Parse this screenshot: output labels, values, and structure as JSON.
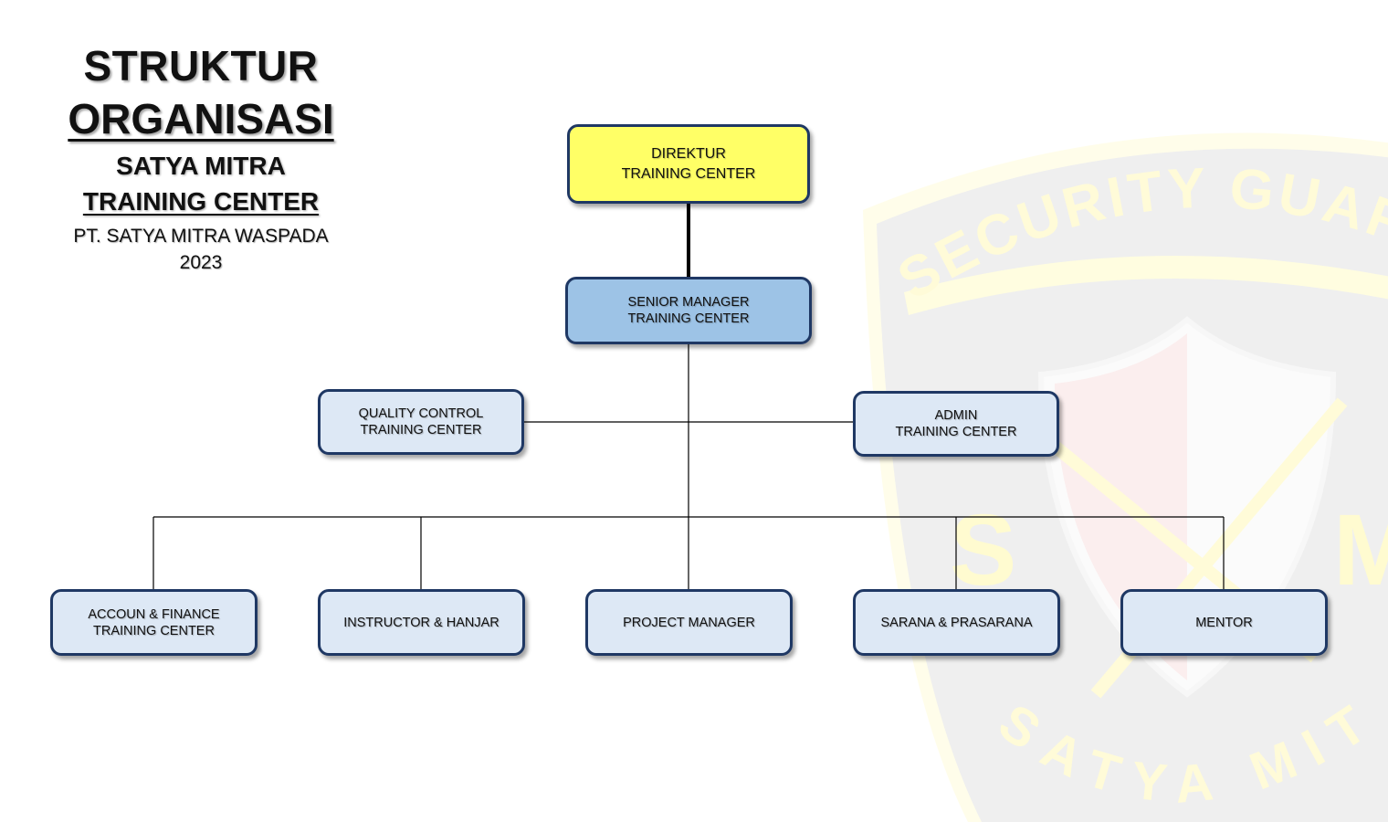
{
  "title": {
    "line1": "STRUKTUR",
    "line2": "ORGANISASI",
    "line3": "SATYA MITRA",
    "line4": "TRAINING CENTER",
    "line5": "PT. SATYA MITRA WASPADA",
    "line6": "2023"
  },
  "watermark": {
    "top_text": "SECURITY GUARD",
    "bottom_text": "SATYA MITRA",
    "letters": [
      "S",
      "M"
    ]
  },
  "colors": {
    "director_fill": "#ffff66",
    "senior_fill": "#9dc3e6",
    "unit_fill": "#dde8f5",
    "border": "#1f3864"
  },
  "org": {
    "director": {
      "line1": "DIREKTUR",
      "line2": "TRAINING CENTER"
    },
    "senior_manager": {
      "line1": "SENIOR MANAGER",
      "line2": "TRAINING CENTER"
    },
    "staff": [
      {
        "line1": "QUALITY CONTROL",
        "line2": "TRAINING CENTER"
      },
      {
        "line1": "ADMIN",
        "line2": "TRAINING CENTER"
      }
    ],
    "units": [
      {
        "line1": "ACCOUN & FINANCE",
        "line2": "TRAINING CENTER"
      },
      {
        "line1": "INSTRUCTOR & HANJAR",
        "line2": ""
      },
      {
        "line1": "PROJECT MANAGER",
        "line2": ""
      },
      {
        "line1": "SARANA & PRASARANA",
        "line2": ""
      },
      {
        "line1": "MENTOR",
        "line2": ""
      }
    ]
  }
}
